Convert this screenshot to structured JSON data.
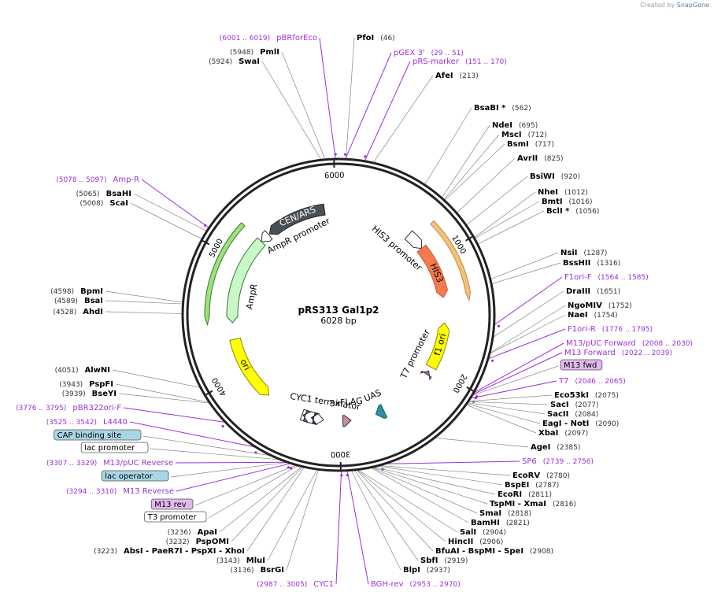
{
  "brand": {
    "prefix": "Created by",
    "name": "SnapGene"
  },
  "map": {
    "name": "pRS313 Gal1p2",
    "length_label": "6028 bp",
    "length": 6028,
    "tick_labels": [
      "1000",
      "2000",
      "3000",
      "4000",
      "5000",
      "6000"
    ]
  },
  "colors": {
    "backbone": "#222222",
    "primer": "#9b30d9",
    "enzyme_text": "#000000",
    "position_text": "#333333"
  },
  "features": [
    {
      "name": "HIS3",
      "color": "#f47a50"
    },
    {
      "name": "HIS3 promoter",
      "color": "#ffffff"
    },
    {
      "name": "CEN/ARS",
      "color": "#4a5057"
    },
    {
      "name": "AmpR promoter",
      "color": "#ffffff"
    },
    {
      "name": "AmpR",
      "color": "#c8f7c8"
    },
    {
      "name": "ori",
      "color": "#ffff00"
    },
    {
      "name": "f1 ori",
      "color": "#ffff00"
    },
    {
      "name": "T7 promoter",
      "color": "#ffffff"
    },
    {
      "name": "CYC1 terminator",
      "color": "#ffffff"
    },
    {
      "name": "3xFLAG",
      "color": "#c98ba5"
    },
    {
      "name": "UAS",
      "color": "#2f8fa5"
    }
  ],
  "labels": [
    {
      "name": "pBRforEco",
      "pos": "(6001 .. 6019)",
      "type": "primer",
      "side": "right"
    },
    {
      "name": "PfoI",
      "pos": "(46)",
      "type": "enzyme",
      "side": "left"
    },
    {
      "name": "PmlI",
      "pos": "(5948)",
      "type": "enzyme",
      "side": "right"
    },
    {
      "name": "SwaI",
      "pos": "(5924)",
      "type": "enzyme",
      "side": "right"
    },
    {
      "name": "pGEX 3'",
      "pos": "(29 .. 51)",
      "type": "primer",
      "side": "left"
    },
    {
      "name": "pRS-marker",
      "pos": "(151 .. 170)",
      "type": "primer",
      "side": "left"
    },
    {
      "name": "AfeI",
      "pos": "(213)",
      "type": "enzyme",
      "side": "left"
    },
    {
      "name": "BsaBI *",
      "pos": "(562)",
      "type": "enzyme",
      "side": "left"
    },
    {
      "name": "NdeI",
      "pos": "(695)",
      "type": "enzyme",
      "side": "left"
    },
    {
      "name": "MscI",
      "pos": "(712)",
      "type": "enzyme",
      "side": "left"
    },
    {
      "name": "BsmI",
      "pos": "(717)",
      "type": "enzyme",
      "side": "left"
    },
    {
      "name": "AvrII",
      "pos": "(825)",
      "type": "enzyme",
      "side": "left"
    },
    {
      "name": "BsiWI",
      "pos": "(920)",
      "type": "enzyme",
      "side": "left"
    },
    {
      "name": "NheI",
      "pos": "(1012)",
      "type": "enzyme",
      "side": "left"
    },
    {
      "name": "BmtI",
      "pos": "(1016)",
      "type": "enzyme",
      "side": "left"
    },
    {
      "name": "BclI *",
      "pos": "(1056)",
      "type": "enzyme",
      "side": "left"
    },
    {
      "name": "NsiI",
      "pos": "(1287)",
      "type": "enzyme",
      "side": "left"
    },
    {
      "name": "BssHII",
      "pos": "(1316)",
      "type": "enzyme",
      "side": "left"
    },
    {
      "name": "F1ori-F",
      "pos": "(1564 .. 1585)",
      "type": "primer",
      "side": "left"
    },
    {
      "name": "DraIII",
      "pos": "(1651)",
      "type": "enzyme",
      "side": "left"
    },
    {
      "name": "NgoMIV",
      "pos": "(1752)",
      "type": "enzyme",
      "side": "left"
    },
    {
      "name": "NaeI",
      "pos": "(1754)",
      "type": "enzyme",
      "side": "left"
    },
    {
      "name": "F1ori-R",
      "pos": "(1776 .. 1795)",
      "type": "primer",
      "side": "left"
    },
    {
      "name": "M13/pUC Forward",
      "pos": "(2008 .. 2030)",
      "type": "primer",
      "side": "left"
    },
    {
      "name": "M13 Forward",
      "pos": "(2022 .. 2039)",
      "type": "primer",
      "side": "left"
    },
    {
      "name": "M13 fwd",
      "pos": "",
      "type": "box-purple",
      "side": "left"
    },
    {
      "name": "T7",
      "pos": "(2046 .. 2065)",
      "type": "primer",
      "side": "left"
    },
    {
      "name": "Eco53kI",
      "pos": "(2075)",
      "type": "enzyme",
      "side": "left"
    },
    {
      "name": "SacI",
      "pos": "(2077)",
      "type": "enzyme",
      "side": "left"
    },
    {
      "name": "SacII",
      "pos": "(2084)",
      "type": "enzyme",
      "side": "left"
    },
    {
      "name": "EagI - NotI",
      "pos": "(2090)",
      "type": "enzyme",
      "side": "left"
    },
    {
      "name": "XbaI",
      "pos": "(2097)",
      "type": "enzyme",
      "side": "left"
    },
    {
      "name": "AgeI",
      "pos": "(2385)",
      "type": "enzyme",
      "side": "left"
    },
    {
      "name": "SP6",
      "pos": "(2739 .. 2756)",
      "type": "primer",
      "side": "left"
    },
    {
      "name": "EcoRV",
      "pos": "(2780)",
      "type": "enzyme",
      "side": "left"
    },
    {
      "name": "BspEI",
      "pos": "(2787)",
      "type": "enzyme",
      "side": "left"
    },
    {
      "name": "EcoRI",
      "pos": "(2811)",
      "type": "enzyme",
      "side": "left"
    },
    {
      "name": "TspMI - XmaI",
      "pos": "(2816)",
      "type": "enzyme",
      "side": "left"
    },
    {
      "name": "SmaI",
      "pos": "(2818)",
      "type": "enzyme",
      "side": "left"
    },
    {
      "name": "BamHI",
      "pos": "(2821)",
      "type": "enzyme",
      "side": "left"
    },
    {
      "name": "SalI",
      "pos": "(2904)",
      "type": "enzyme",
      "side": "left"
    },
    {
      "name": "HincII",
      "pos": "(2906)",
      "type": "enzyme",
      "side": "left"
    },
    {
      "name": "BfuAI - BspMI - SpeI",
      "pos": "(2908)",
      "type": "enzyme",
      "side": "left"
    },
    {
      "name": "SbfI",
      "pos": "(2919)",
      "type": "enzyme",
      "side": "left"
    },
    {
      "name": "BlpI",
      "pos": "(2937)",
      "type": "enzyme",
      "side": "left"
    },
    {
      "name": "BGH-rev",
      "pos": "(2953 .. 2970)",
      "type": "primer",
      "side": "left"
    },
    {
      "name": "CYC1",
      "pos": "(2987 .. 3005)",
      "type": "primer",
      "side": "right"
    },
    {
      "name": "BsrGI",
      "pos": "(3136)",
      "type": "enzyme",
      "side": "right"
    },
    {
      "name": "MluI",
      "pos": "(3143)",
      "type": "enzyme",
      "side": "right"
    },
    {
      "name": "AbsI - PaeR7I - PspXI - XhoI",
      "pos": "(3223)",
      "type": "enzyme",
      "side": "right"
    },
    {
      "name": "PspOMI",
      "pos": "(3232)",
      "type": "enzyme",
      "side": "right"
    },
    {
      "name": "ApaI",
      "pos": "(3236)",
      "type": "enzyme",
      "side": "right"
    },
    {
      "name": "T3 promoter",
      "pos": "",
      "type": "box-white",
      "side": "right"
    },
    {
      "name": "M13 rev",
      "pos": "",
      "type": "box-purple",
      "side": "right"
    },
    {
      "name": "M13 Reverse",
      "pos": "(3294 .. 3310)",
      "type": "primer",
      "side": "right"
    },
    {
      "name": "lac operator",
      "pos": "",
      "type": "box-teal",
      "side": "right"
    },
    {
      "name": "M13/pUC Reverse",
      "pos": "(3307 .. 3329)",
      "type": "primer",
      "side": "right"
    },
    {
      "name": "lac promoter",
      "pos": "",
      "type": "box-white",
      "side": "right"
    },
    {
      "name": "CAP binding site",
      "pos": "",
      "type": "box-teal",
      "side": "right"
    },
    {
      "name": "L4440",
      "pos": "(3525 .. 3542)",
      "type": "primer",
      "side": "right"
    },
    {
      "name": "pBR322ori-F",
      "pos": "(3776 .. 3795)",
      "type": "primer",
      "side": "right"
    },
    {
      "name": "BseYI",
      "pos": "(3939)",
      "type": "enzyme",
      "side": "right"
    },
    {
      "name": "PspFI",
      "pos": "(3943)",
      "type": "enzyme",
      "side": "right"
    },
    {
      "name": "AlwNI",
      "pos": "(4051)",
      "type": "enzyme",
      "side": "right"
    },
    {
      "name": "AhdI",
      "pos": "(4528)",
      "type": "enzyme",
      "side": "right"
    },
    {
      "name": "BsaI",
      "pos": "(4589)",
      "type": "enzyme",
      "side": "right"
    },
    {
      "name": "BpmI",
      "pos": "(4598)",
      "type": "enzyme",
      "side": "right"
    },
    {
      "name": "ScaI",
      "pos": "(5008)",
      "type": "enzyme",
      "side": "right"
    },
    {
      "name": "BsaHI",
      "pos": "(5065)",
      "type": "enzyme",
      "side": "right"
    },
    {
      "name": "Amp-R",
      "pos": "(5078 .. 5097)",
      "type": "primer",
      "side": "right"
    }
  ]
}
